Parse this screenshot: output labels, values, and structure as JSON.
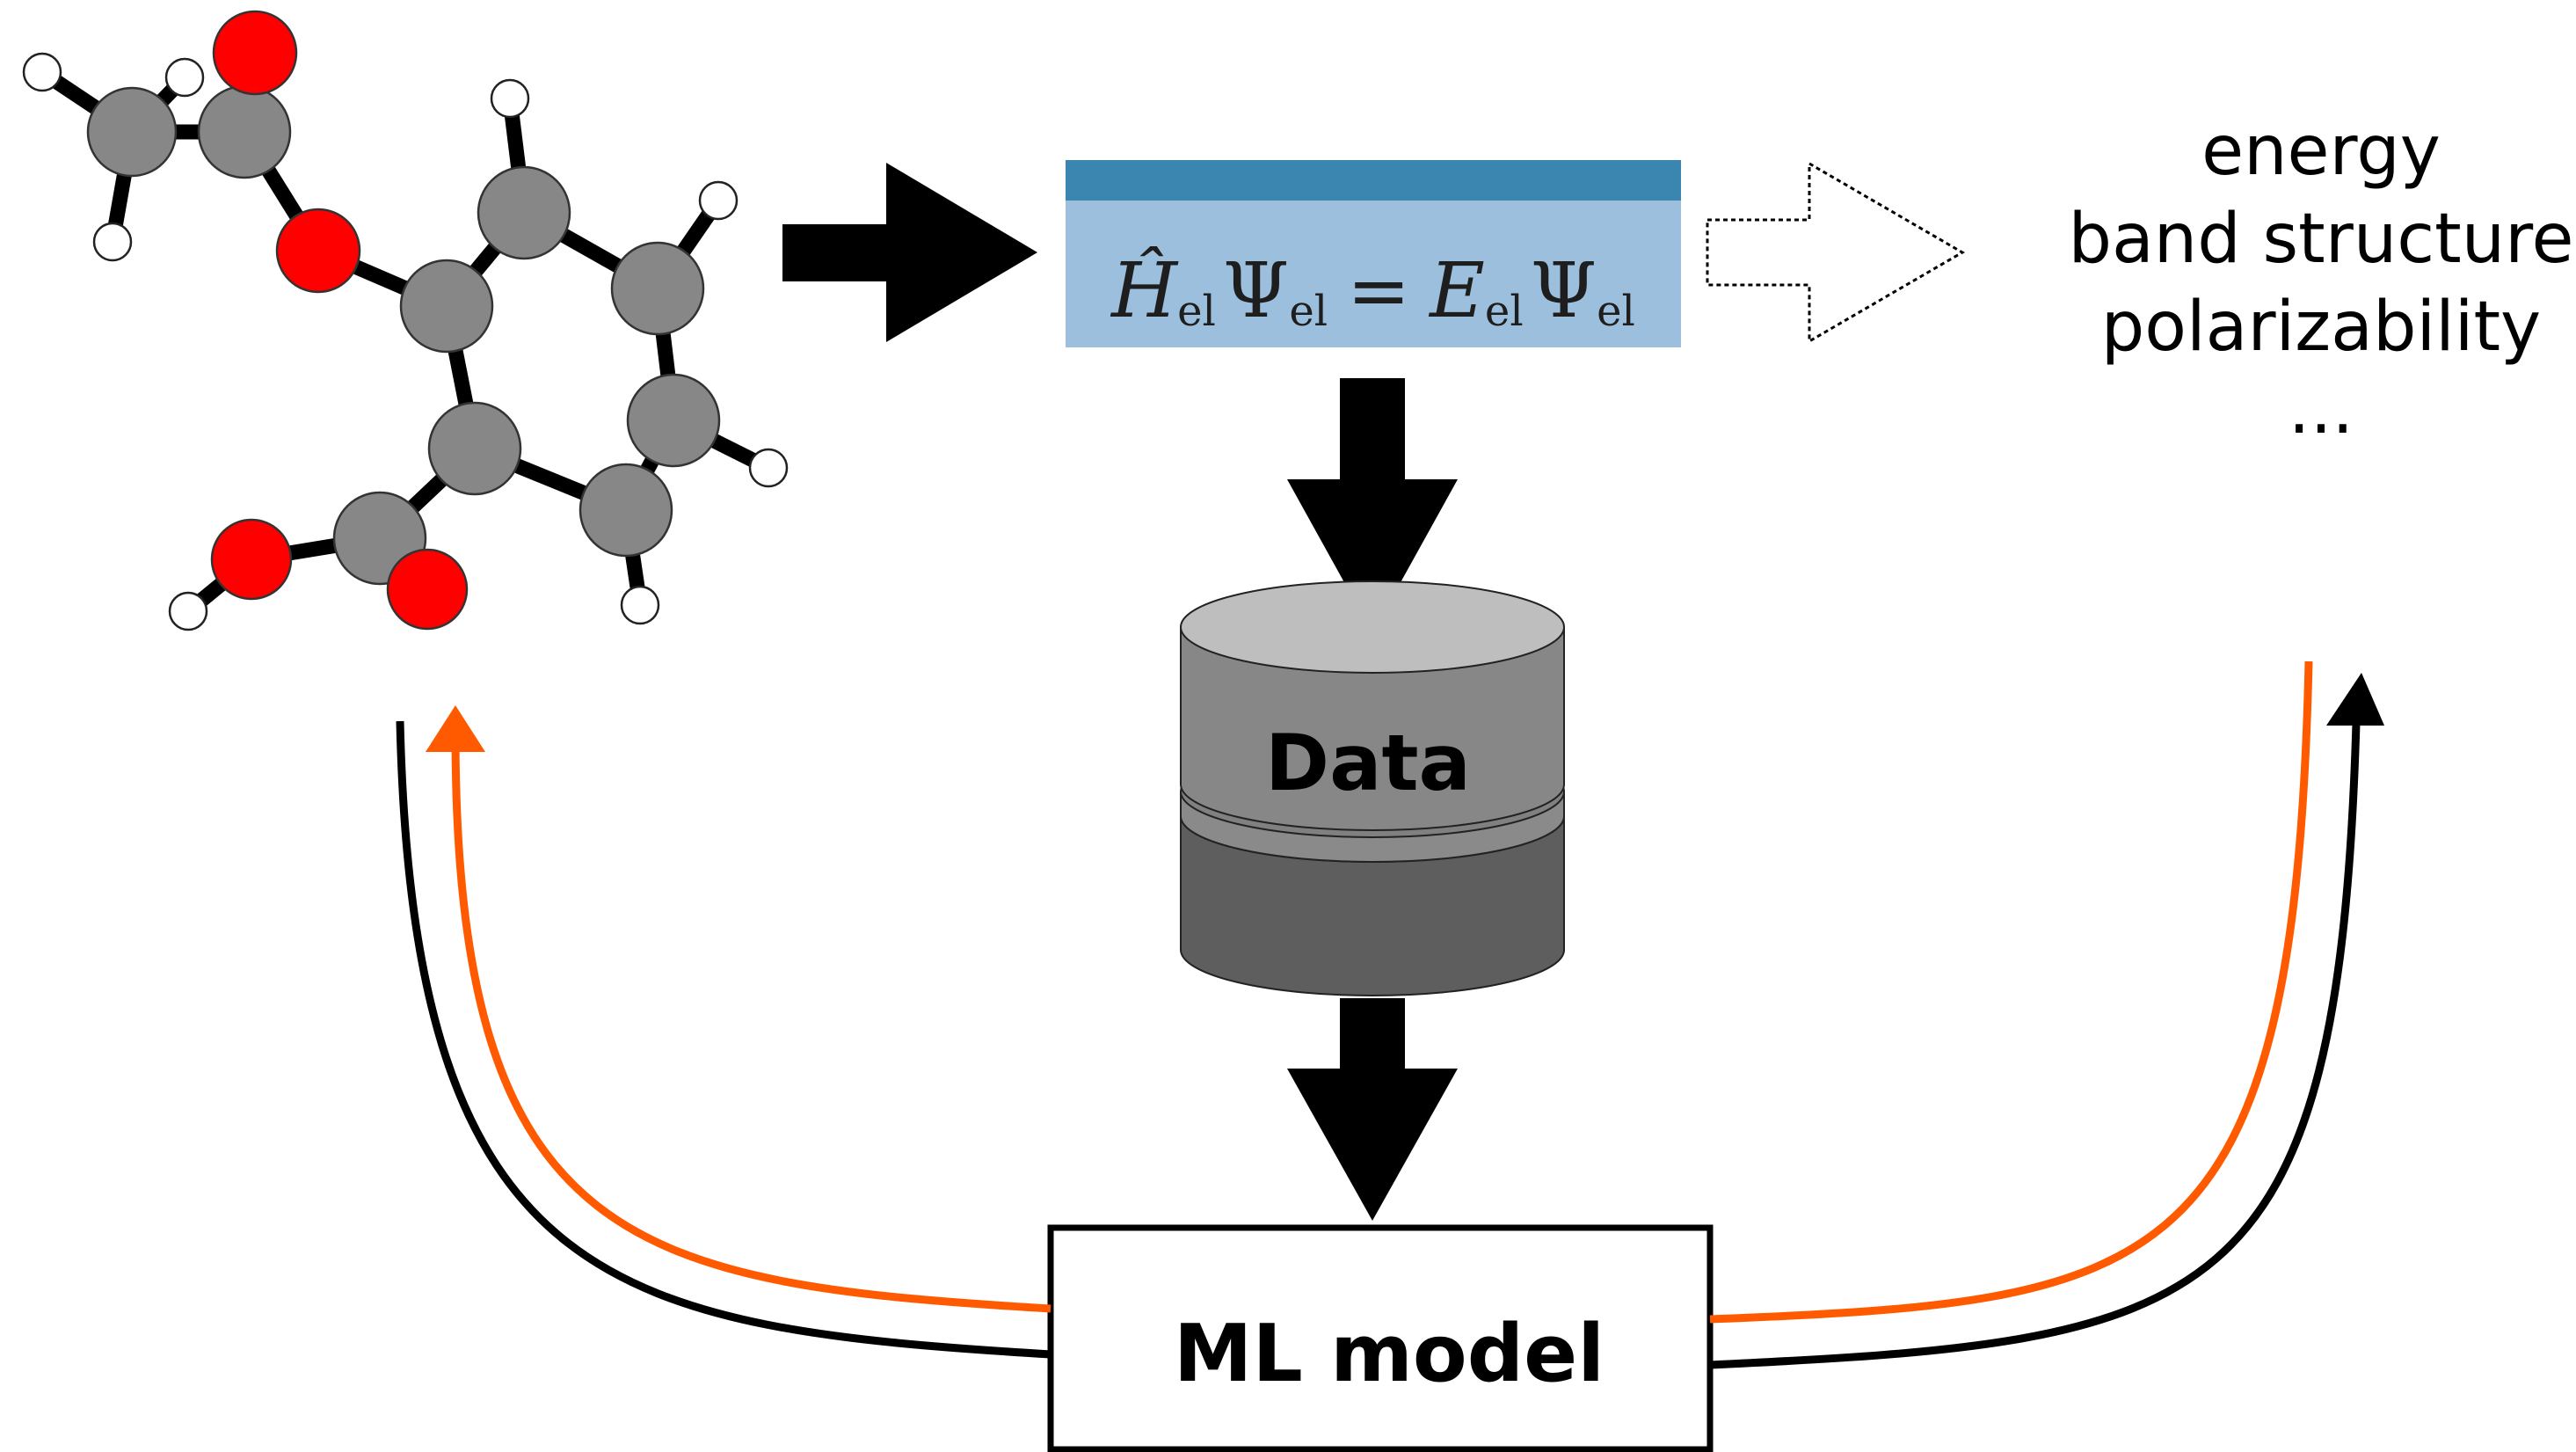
{
  "equation": {
    "operator": "Ĥ",
    "operator_sub": "el",
    "psi": "Ψ",
    "psi_sub": "el",
    "equals": "=",
    "energy": "E",
    "energy_sub": "el",
    "psi2": "Ψ",
    "psi2_sub": "el"
  },
  "outputs": {
    "items": [
      "energy",
      "band structure",
      "polarizability",
      "..."
    ]
  },
  "database": {
    "label": "Data"
  },
  "model": {
    "label": "ML model"
  },
  "colors": {
    "equation_bar": "#3b86b0",
    "equation_box": "#9bbfdd",
    "carbon": "#878787",
    "oxygen": "#ff0000",
    "hydrogen": "#ffffff",
    "flow_orange": "#ff5a00",
    "flow_black": "#000000",
    "db_top": "#bebebe",
    "db_mid": "#878787",
    "db_bottom": "#5e5e5e"
  }
}
